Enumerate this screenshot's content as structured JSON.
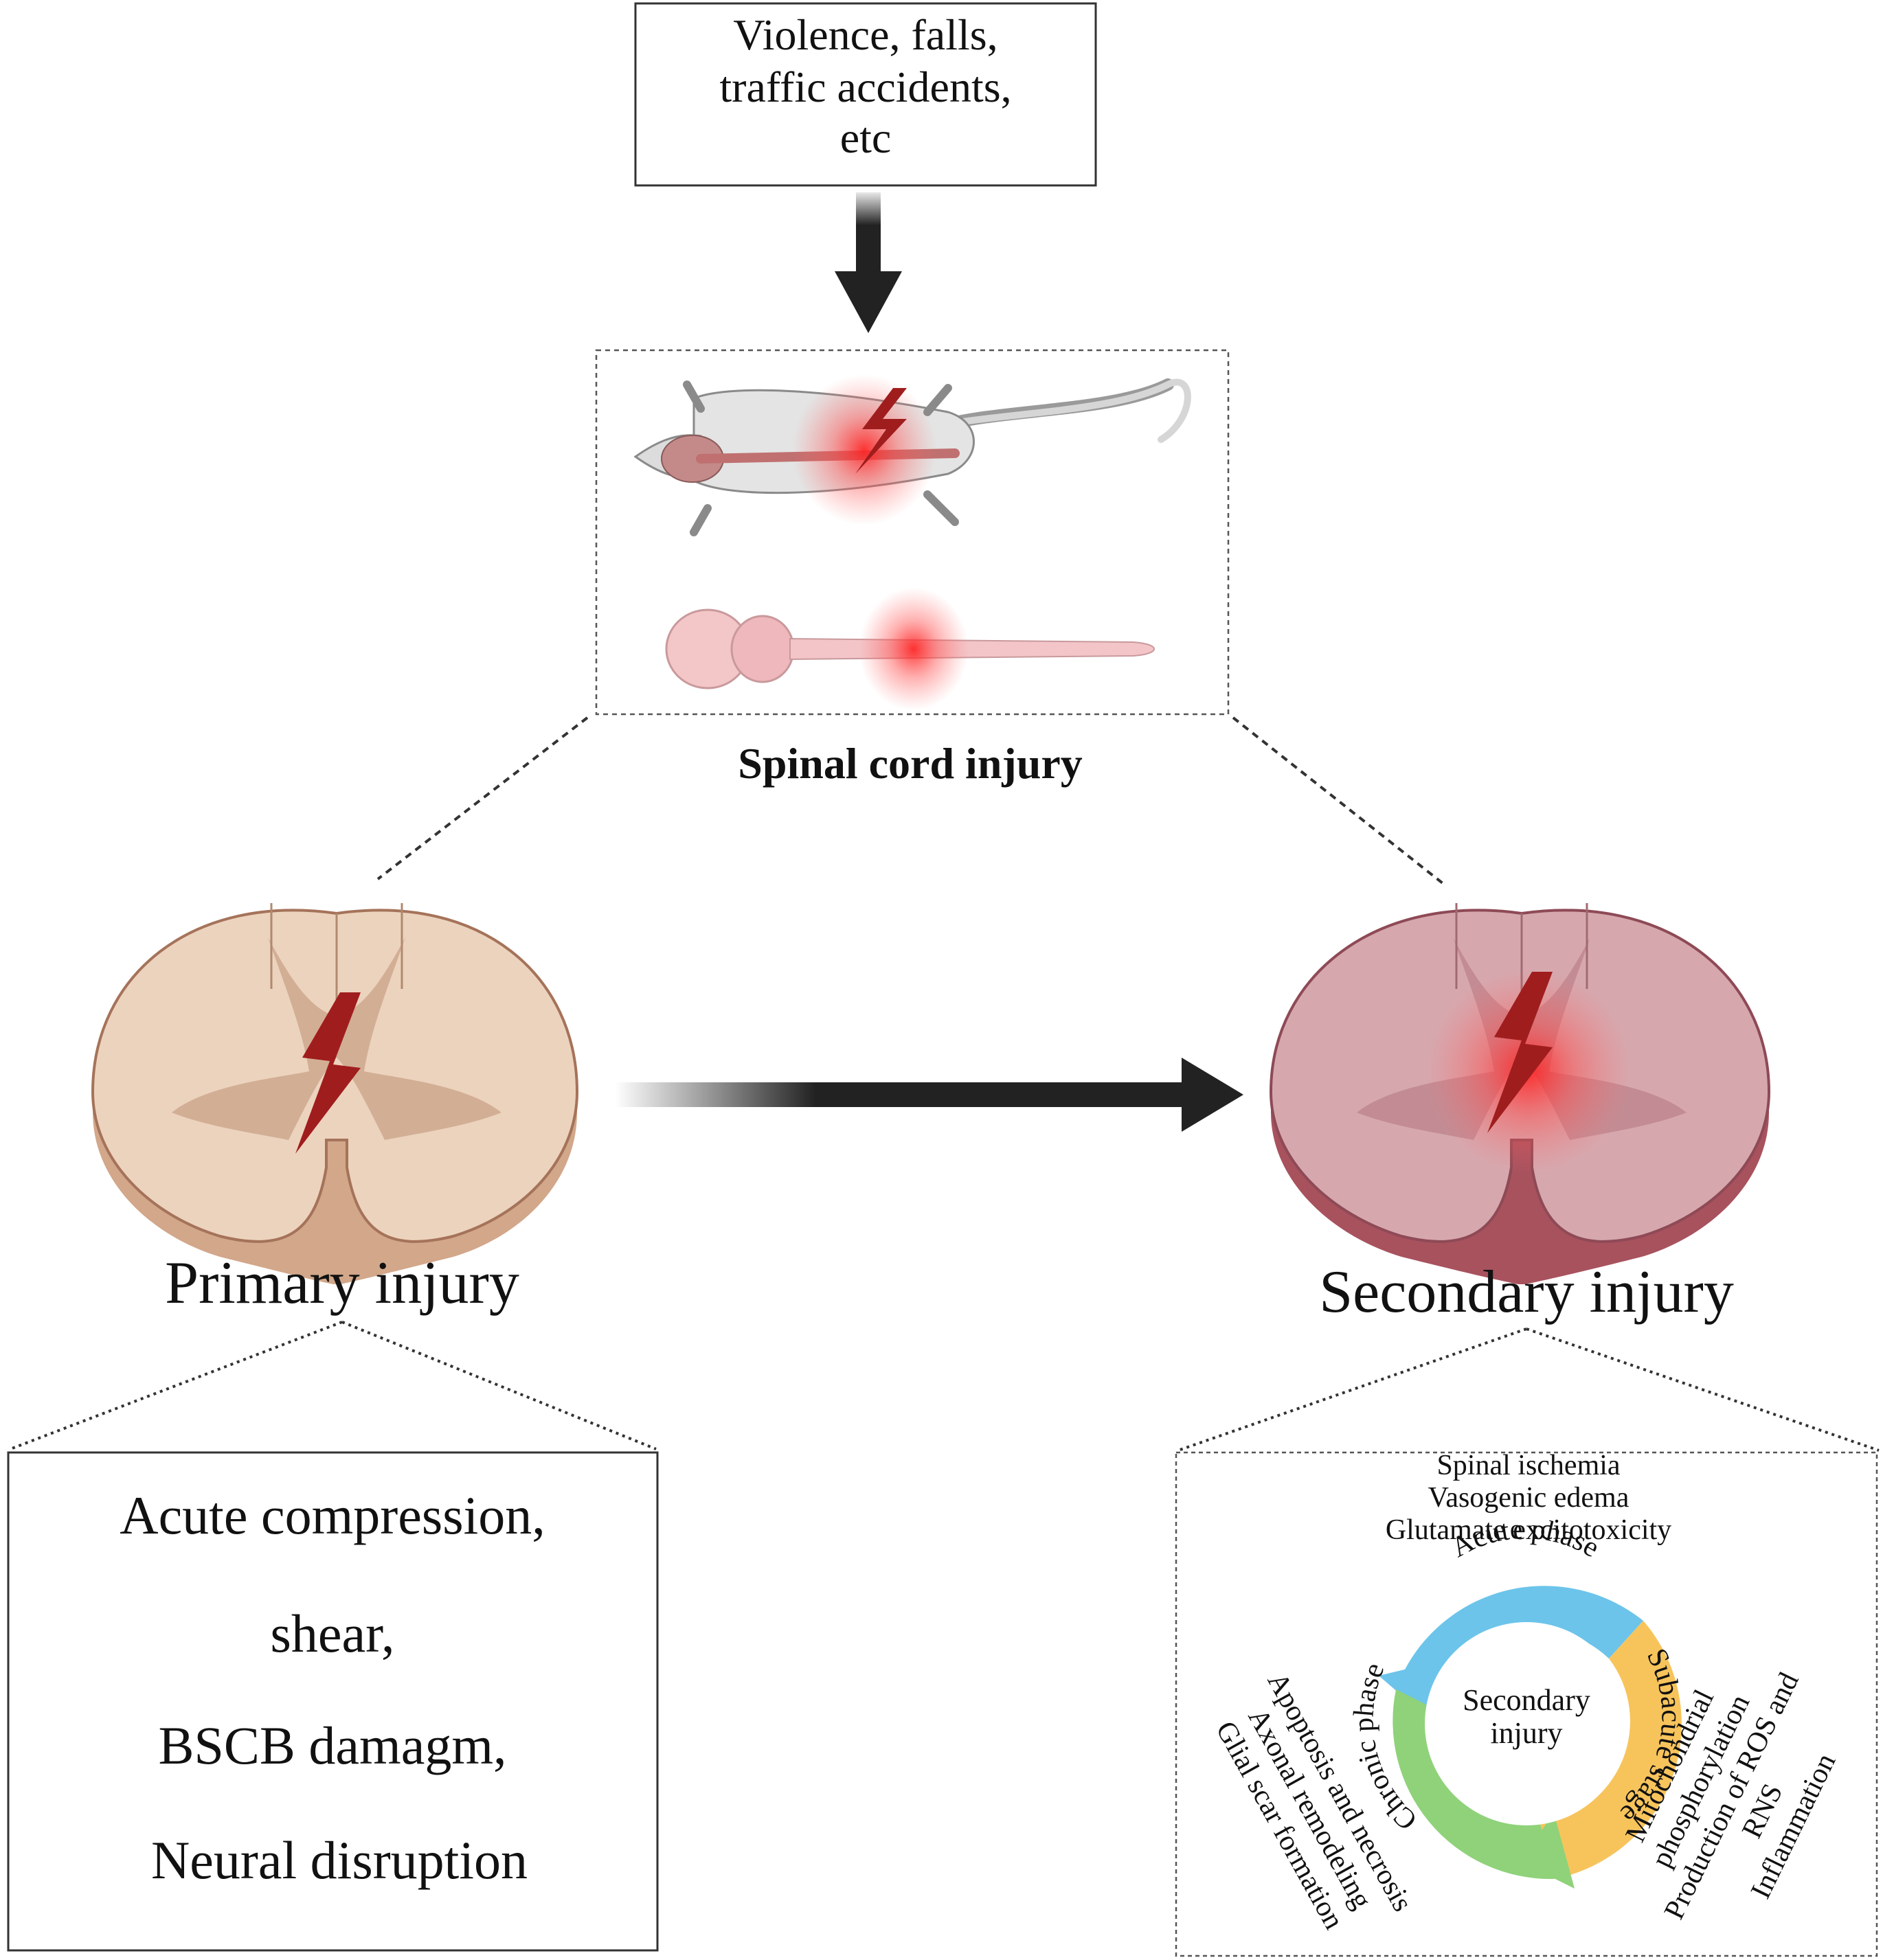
{
  "cause_box": {
    "lines": [
      "Violence, falls,",
      "traffic accidents,",
      "etc"
    ]
  },
  "sci_label": "Spinal cord injury",
  "primary_label": "Primary injury",
  "secondary_label": "Secondary injury",
  "primary_box": {
    "items": [
      "Acute compression,",
      "shear,",
      "BSCB damagm,",
      "Neural disruption"
    ]
  },
  "secondary_box": {
    "top_items": [
      "Spinal ischemia",
      "Vasogenic edema",
      "Glutamate excitotoxicity"
    ],
    "center_label_lines": [
      "Secondary",
      "injury"
    ],
    "phases": {
      "acute": "Acute phase",
      "subacute": "Subacute stage",
      "chronic": "Chronic phase"
    },
    "right_items": [
      "Mitochondrial",
      "phosphorylation",
      "Production of ROS and",
      "RNS",
      "Inflammation"
    ],
    "left_items": [
      "Apoptosis and necrosis",
      "Axonal remodeling",
      "Glial scar formation"
    ]
  },
  "colors": {
    "acute": "#6cc4ea",
    "subacute": "#f7c45c",
    "chronic": "#8fd27a",
    "lightning": "#a01d1d",
    "primary_cord": "#ecd3bd",
    "secondary_cord": "#d6a8ae"
  },
  "icons": [
    "lightning-icon",
    "rat-icon",
    "brain-spinal-cord-icon",
    "spinal-cord-cross-section-icon"
  ]
}
